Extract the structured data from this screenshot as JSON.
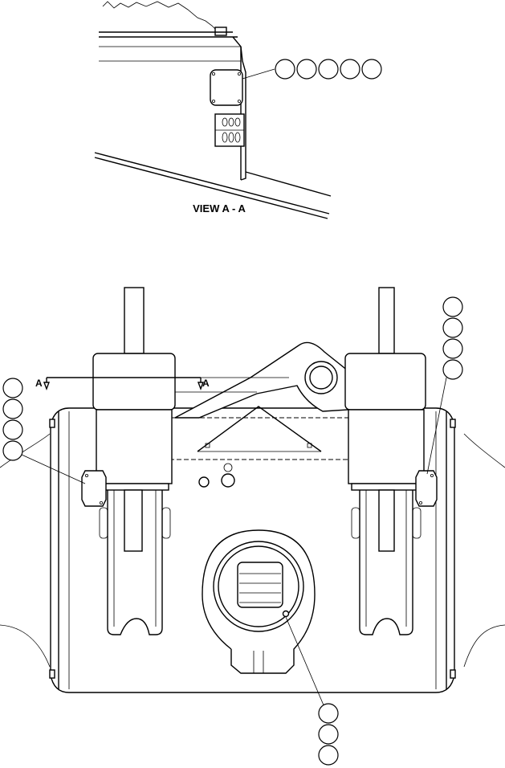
{
  "view_label": "VIEW A - A",
  "section_marks": [
    "A",
    "A"
  ]
}
